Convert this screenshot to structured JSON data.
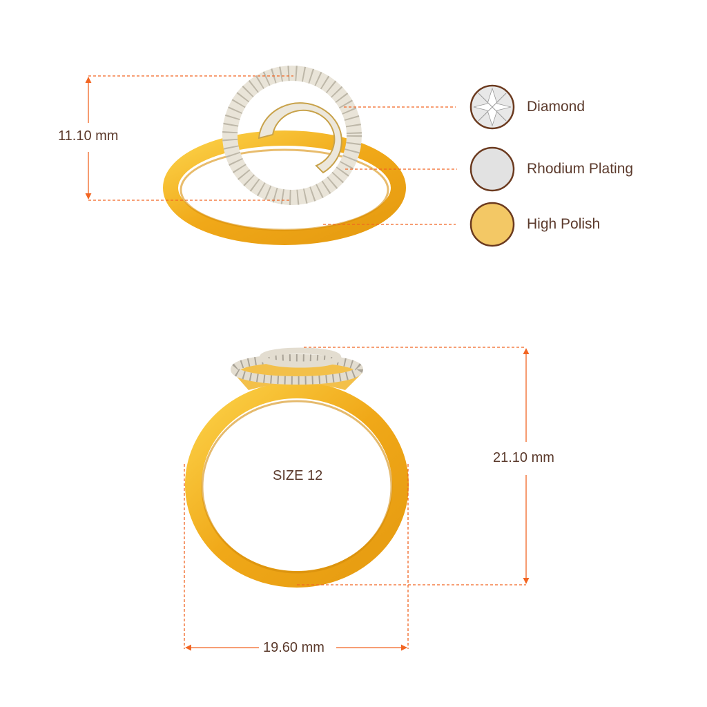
{
  "dimensions": {
    "top_height": "11.10 mm",
    "front_height": "21.10 mm",
    "front_width": "19.60 mm",
    "ring_size": "SIZE 12"
  },
  "legend": [
    {
      "label": "Diamond",
      "swatch_color": "#e6e6e6"
    },
    {
      "label": "Rhodium Plating",
      "swatch_color": "#e2e2e2"
    },
    {
      "label": "High Polish",
      "swatch_color": "#f3c865"
    }
  ],
  "colors": {
    "dimension_line": "#f26522",
    "text": "#5b3a2c",
    "gold": "#f0b21c",
    "swatch_border": "#6b3a1f"
  }
}
